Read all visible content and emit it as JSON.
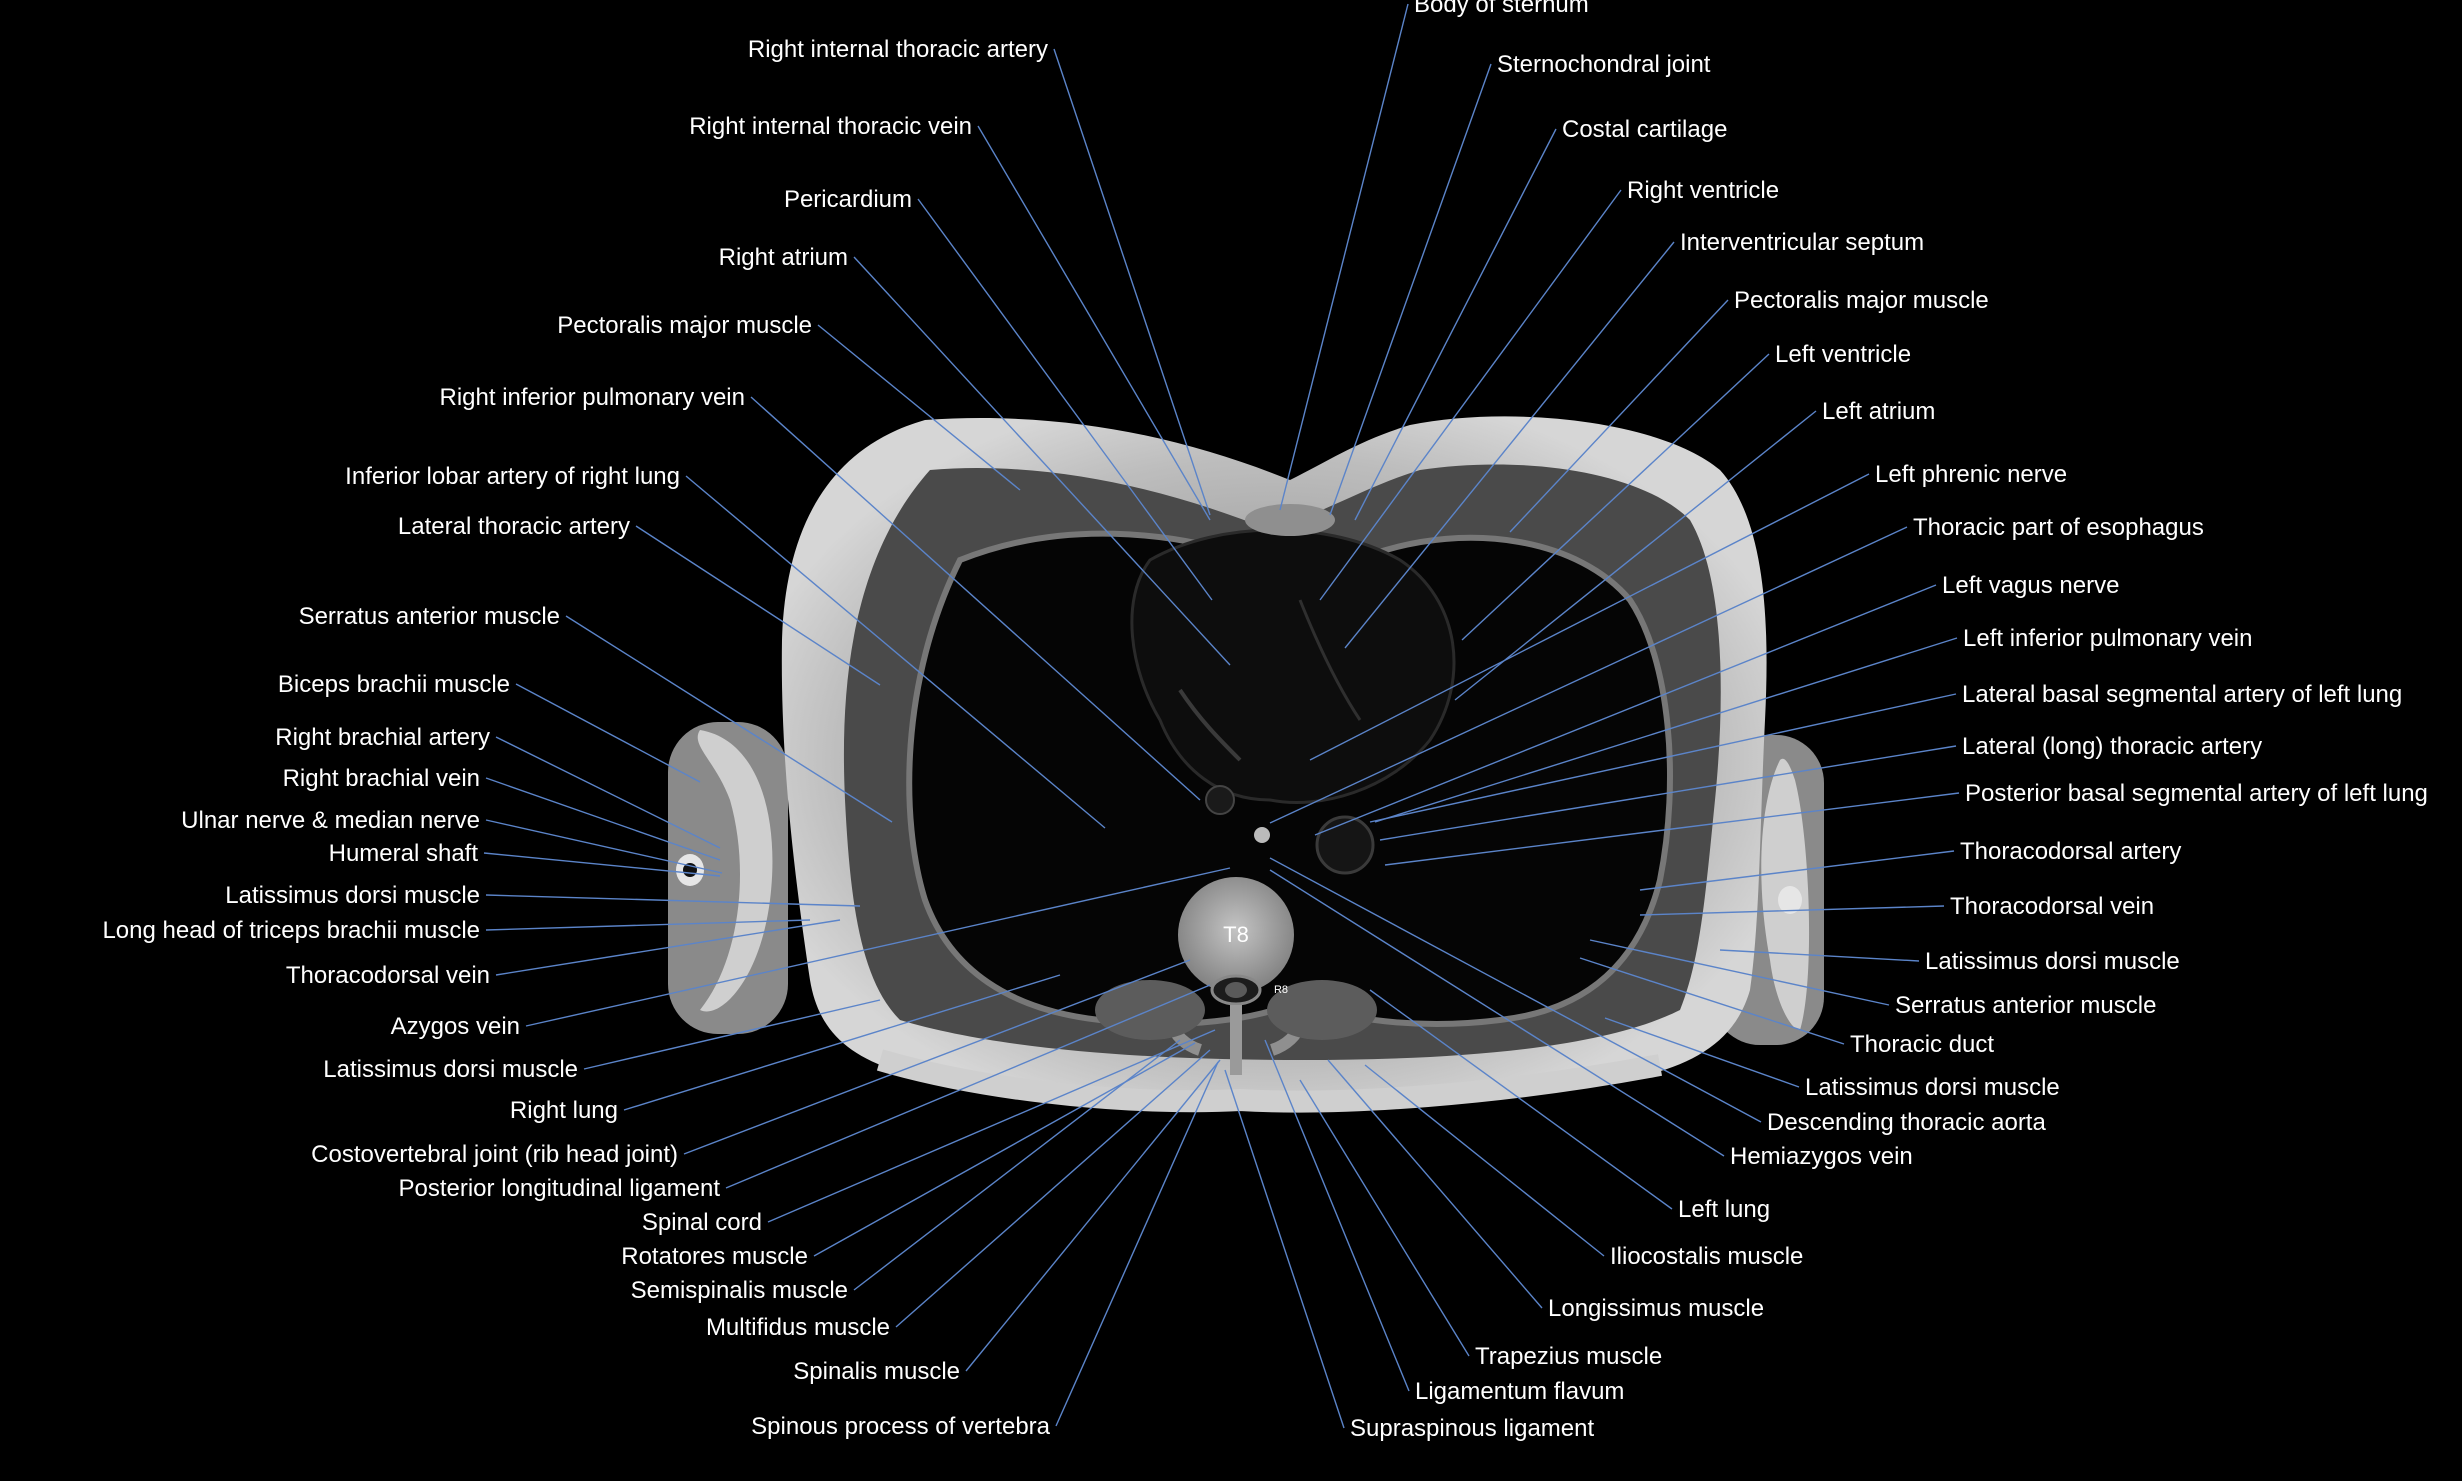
{
  "labels_left": [
    "Right internal thoracic artery",
    "Right internal thoracic vein",
    "Pericardium",
    "Right atrium",
    "Pectoralis major muscle",
    "Right inferior pulmonary vein",
    "Inferior lobar artery of right lung",
    "Lateral thoracic artery",
    "Serratus anterior muscle",
    "Biceps brachii muscle",
    "Right brachial artery",
    "Right brachial vein",
    "Ulnar nerve & median nerve",
    "Humeral shaft",
    "Latissimus dorsi muscle",
    "Long head of triceps brachii muscle",
    "Thoracodorsal vein",
    "Azygos vein",
    "Latissimus dorsi muscle",
    "Right lung",
    "Costovertebral joint (rib head joint)",
    "Posterior longitudinal ligament",
    "Spinal cord",
    "Rotatores muscle",
    "Semispinalis muscle",
    "Multifidus muscle",
    "Spinalis muscle",
    "Spinous process of vertebra"
  ],
  "labels_right": [
    "Body of sternum",
    "Sternochondral joint",
    "Costal cartilage",
    "Right ventricle",
    "Interventricular septum",
    "Pectoralis major muscle",
    "Left ventricle",
    "Left atrium",
    "Left phrenic nerve",
    "Thoracic part of esophagus",
    "Left vagus nerve",
    "Left inferior pulmonary vein",
    "Lateral basal segmental artery of left lung",
    "Lateral (long) thoracic artery",
    "Posterior basal segmental artery of left lung",
    "Thoracodorsal artery",
    "Thoracodorsal vein",
    "Latissimus dorsi muscle",
    "Serratus anterior muscle",
    "Thoracic duct",
    "Latissimus dorsi muscle",
    "Descending thoracic aorta",
    "Hemiazygos vein",
    "Left lung",
    "Iliocostalis muscle",
    "Longissimus muscle",
    "Trapezius muscle",
    "Ligamentum flavum",
    "Supraspinous ligament"
  ],
  "image_tags": {
    "vertebra": "T8",
    "rib": "R8"
  },
  "colors": {
    "background": "#000000",
    "text": "#ffffff",
    "leader_line": "#5b84c9"
  }
}
